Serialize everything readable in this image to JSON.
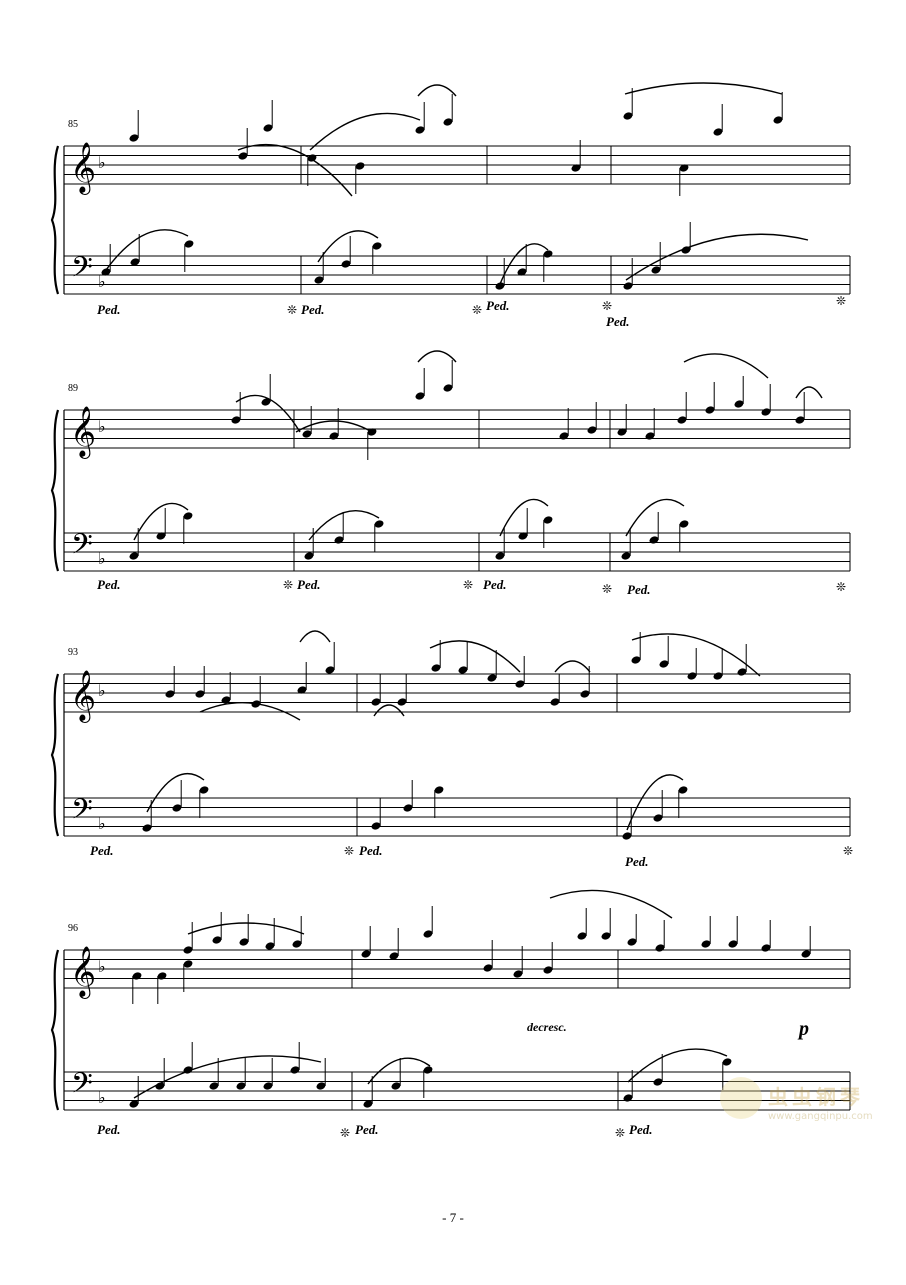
{
  "systems": [
    {
      "measure_start": "85"
    },
    {
      "measure_start": "89"
    },
    {
      "measure_start": "93"
    },
    {
      "measure_start": "96"
    }
  ],
  "pedal": {
    "press": "Ped.",
    "release": "❊"
  },
  "dynamics": {
    "decresc": "decresc.",
    "piano": "p"
  },
  "page_number": "- 7 -",
  "watermark": {
    "title": "虫虫钢琴",
    "url": "www.gangqinpu.com"
  }
}
